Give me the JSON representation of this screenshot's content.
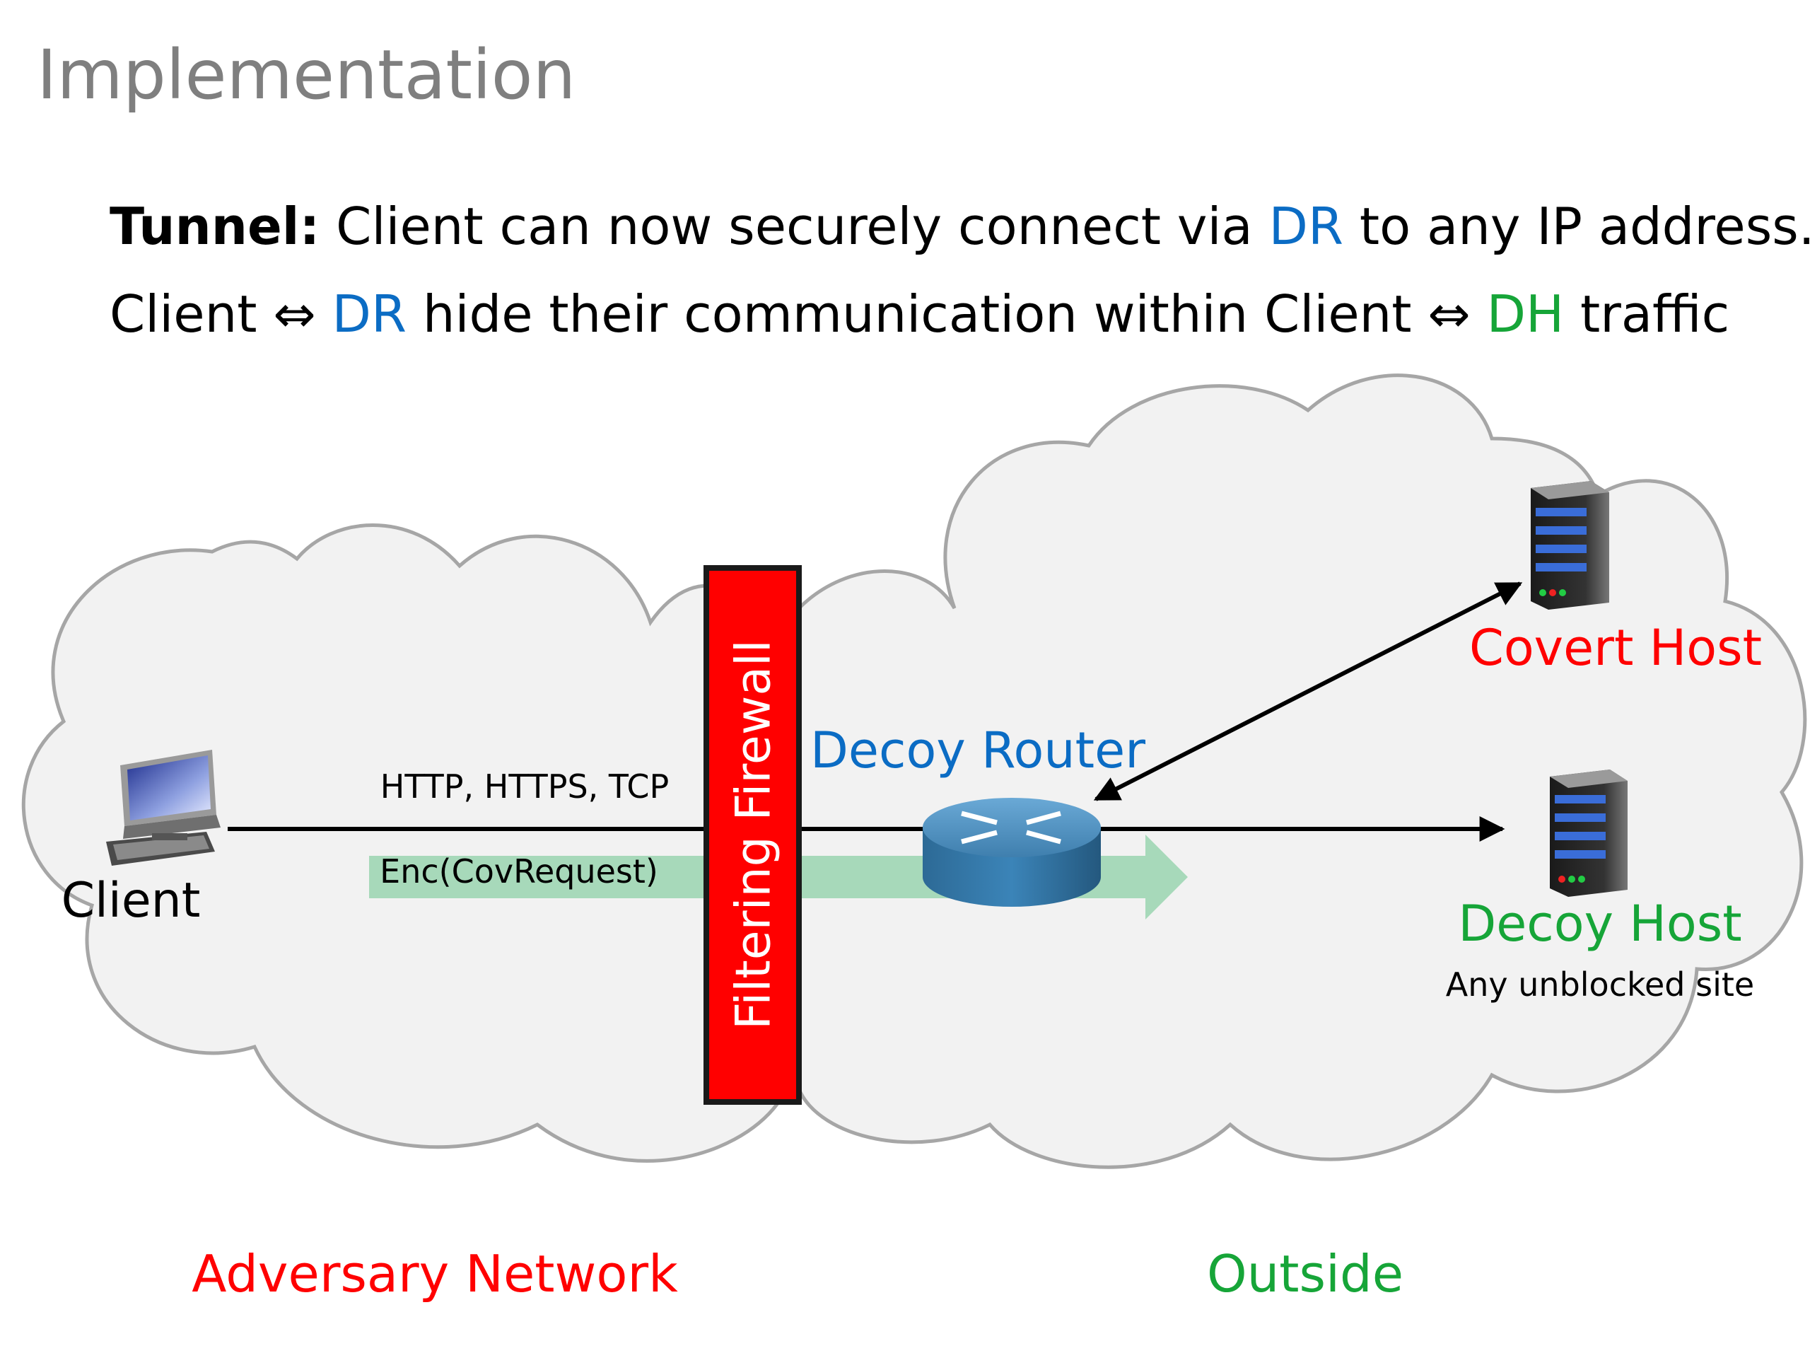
{
  "title": "Implementation",
  "tunnel_line": {
    "label": "Tunnel:",
    "text_a": " Client can now securely connect via ",
    "dr": "DR",
    "text_b": " to any IP address."
  },
  "hide_line": {
    "client_a": "Client ",
    "arrow_a": "⇔",
    "dr": " DR",
    "text_mid": " hide their communication within Client ",
    "arrow_b": "⇔",
    "dh": " DH",
    "text_end": " traffic"
  },
  "diagram": {
    "client_label": "Client",
    "protocols_label": "HTTP, HTTPS, TCP",
    "enc_label": "Enc(CovRequest)",
    "firewall_label": "Filtering Firewall",
    "router_label": "Decoy Router",
    "covert_host_label": "Covert Host",
    "decoy_host_label": "Decoy Host",
    "decoy_host_sub": "Any unblocked site",
    "adversary_label": "Adversary Network",
    "outside_label": "Outside"
  },
  "colors": {
    "red": "#ff0000",
    "blue": "#0b6cc4",
    "green": "#16a538",
    "arrow_green": "#9fd6b4",
    "cloud_fill": "#f2f2f2",
    "cloud_stroke": "#a6a6a6"
  },
  "icons": {
    "client": "desktop-computer-icon",
    "router": "router-icon",
    "server": "server-icon"
  }
}
